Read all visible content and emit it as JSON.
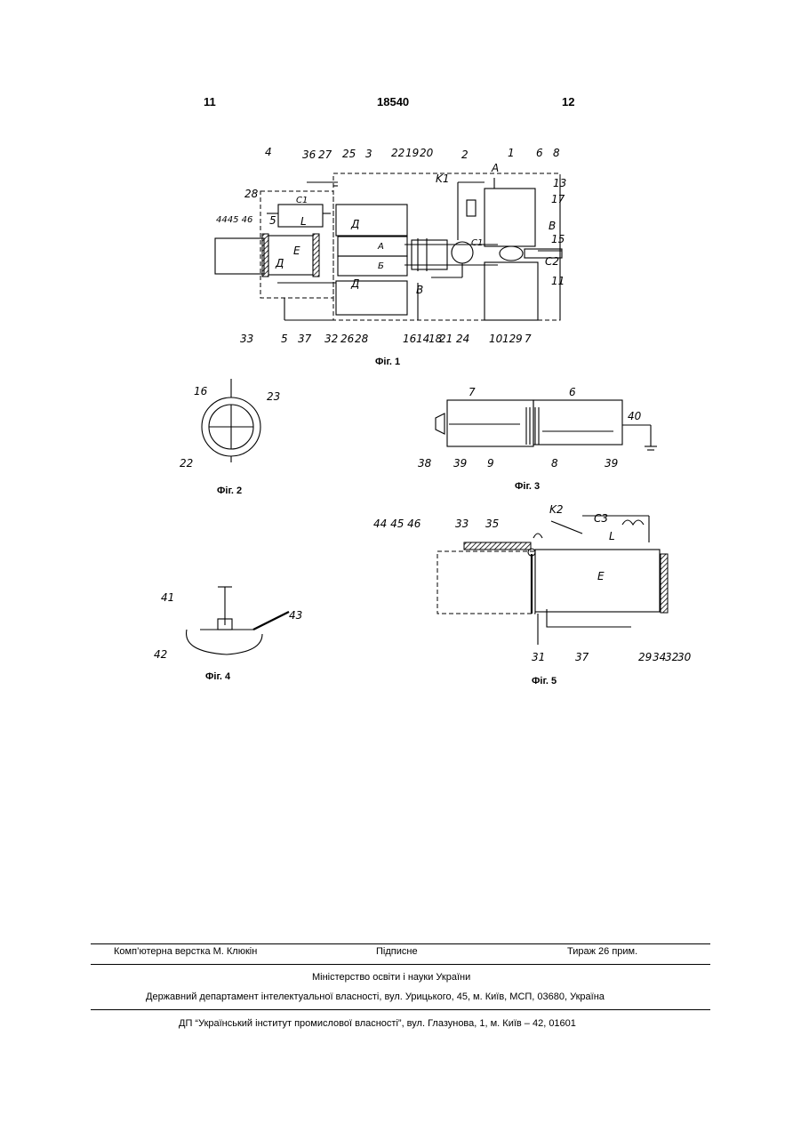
{
  "header": {
    "page_left": "11",
    "doc_number": "18540",
    "page_right": "12"
  },
  "figures": {
    "fig1": {
      "caption": "Фіг. 1",
      "labels": {
        "l4": "4",
        "l36": "36",
        "l27": "27",
        "l25": "25",
        "l3": "3",
        "l22": "22",
        "l19": "19",
        "l20": "20",
        "l2": "2",
        "lK1": "K1",
        "lA": "A",
        "l1": "1",
        "l6": "6",
        "l8": "8",
        "l13": "13",
        "l17": "17",
        "lB1": "B",
        "l15": "15",
        "lC2": "C2",
        "l11": "11",
        "l28a": "28",
        "l444546": "4445 46",
        "l5a": "5",
        "lL": "L",
        "lC1": "C1",
        "lE": "E",
        "lD1": "Д",
        "lD2": "Д",
        "lD3": "Д",
        "lA2": "A",
        "lB2": "Б",
        "lB3": "B",
        "lC1b": "C1",
        "l33": "33",
        "l5": "5",
        "l37": "37",
        "l32": "32",
        "l26": "26",
        "l28": "28",
        "l16": "16",
        "l14": "14",
        "l18": "18",
        "l21": "21",
        "l24": "24",
        "l10": "10",
        "l12": "12",
        "l9": "9",
        "l7": "7"
      }
    },
    "fig2": {
      "caption": "Фіг. 2",
      "labels": {
        "l16": "16",
        "l23": "23",
        "l22": "22"
      }
    },
    "fig3": {
      "caption": "Фіг. 3",
      "labels": {
        "l7": "7",
        "l6": "6",
        "l40": "40",
        "l38": "38",
        "l39a": "39",
        "l9": "9",
        "l8": "8",
        "l39b": "39"
      }
    },
    "fig4": {
      "caption": "Фіг. 4",
      "labels": {
        "l41": "41",
        "l43": "43",
        "l42": "42"
      }
    },
    "fig5": {
      "caption": "Фіг. 5",
      "labels": {
        "l444546": "44 45 46",
        "l33": "33",
        "l35": "35",
        "lK2": "K2",
        "lC3": "C3",
        "lL": "L",
        "lE": "E",
        "l31": "31",
        "l37": "37",
        "l29": "29",
        "l34": "34",
        "l32": "32",
        "l30": "30"
      }
    }
  },
  "footer": {
    "layout_credit": "Комп’ютерна верстка М. Клюкін",
    "signed": "Підписне",
    "circulation": "Тираж 26 прим.",
    "ministry": "Міністерство освіти і науки України",
    "department": "Державний департамент інтелектуальної власності, вул. Урицького, 45, м. Київ, МСП, 03680, Україна",
    "institute": "ДП “Український інститут промислової власності”, вул. Глазунова, 1, м. Київ – 42, 01601"
  }
}
